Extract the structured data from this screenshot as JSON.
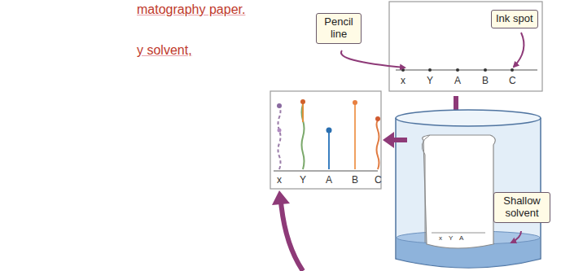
{
  "diagram": {
    "nodes": [
      {
        "text": [
          "Pencil line"
        ]
      },
      {
        "text": [
          "Ink spot"
        ]
      },
      {
        "text": [
          "Shallow solvent"
        ]
      }
    ],
    "labels": [
      "matography paper.",
      "y solvent,",
      "x",
      "Y",
      "A",
      "B",
      "C",
      "x",
      "Y",
      "A",
      "B",
      "C",
      "x",
      "Y",
      "A"
    ]
  }
}
